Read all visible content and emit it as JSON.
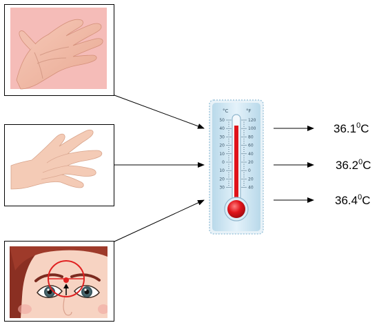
{
  "panels": [
    {
      "subject": "palm-of-hand",
      "reading": {
        "value": "36.1",
        "degree": "0",
        "unit": "C"
      }
    },
    {
      "subject": "back-of-hand",
      "reading": {
        "value": "36.2",
        "degree": "0",
        "unit": "C"
      }
    },
    {
      "subject": "forehead",
      "reading": {
        "value": "36.4",
        "degree": "0",
        "unit": "C"
      }
    }
  ],
  "thermometer": {
    "celsius_label": "°C",
    "fahrenheit_label": "°F",
    "celsius_scale": [
      "50",
      "40",
      "30",
      "20",
      "10",
      "0",
      "10",
      "20",
      "30"
    ],
    "fahrenheit_scale": [
      "120",
      "100",
      "80",
      "60",
      "40",
      "20",
      "0",
      "20",
      "40"
    ],
    "mercury_color": "#e0131a",
    "case_color": "#cfe6f3"
  }
}
